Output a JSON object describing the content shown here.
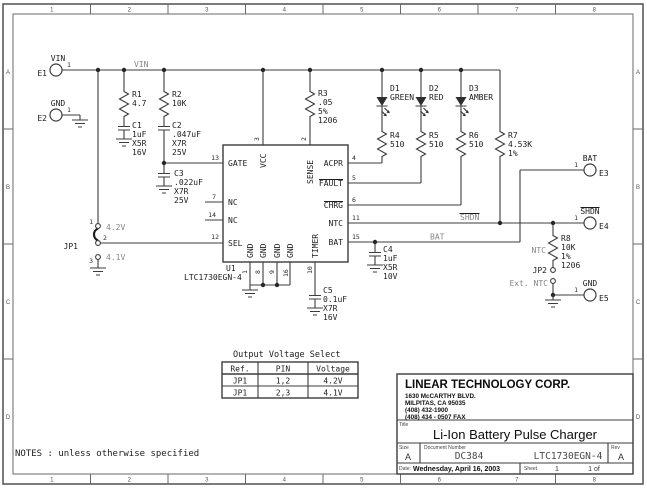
{
  "colors": {
    "ink": "#3c3c3c",
    "gray_label": "#868686",
    "background": "#ffffff"
  },
  "border": {
    "top_zones": [
      "1",
      "2",
      "3",
      "4",
      "5",
      "6",
      "7",
      "8"
    ],
    "bottom_zones": [
      "1",
      "2",
      "3",
      "4",
      "5",
      "6",
      "7",
      "8"
    ],
    "left_zones": [
      "A",
      "B",
      "C",
      "D"
    ],
    "right_zones": [
      "A",
      "B",
      "C",
      "D"
    ]
  },
  "nets": {
    "vin": "VIN",
    "shdn": "SHDN",
    "bat": "BAT"
  },
  "terminals": {
    "e1": {
      "name": "VIN",
      "ref": "E1",
      "pin": "1"
    },
    "e2": {
      "name": "GND",
      "ref": "E2",
      "pin": "1"
    },
    "e3": {
      "name": "BAT",
      "ref": "E3",
      "pin": "1"
    },
    "e4": {
      "name": "SHDN",
      "ref": "E4",
      "pin": "1"
    },
    "e5": {
      "name": "GND",
      "ref": "E5",
      "pin": "1"
    }
  },
  "parts": {
    "r1": {
      "ref": "R1",
      "value": "4.7"
    },
    "r2": {
      "ref": "R2",
      "value": "10K"
    },
    "r3": {
      "ref": "R3",
      "value": ".05",
      "line3": "5%",
      "line4": "1206"
    },
    "r4": {
      "ref": "R4",
      "value": "510"
    },
    "r5": {
      "ref": "R5",
      "value": "510"
    },
    "r6": {
      "ref": "R6",
      "value": "510"
    },
    "r7": {
      "ref": "R7",
      "value": "4.53K",
      "line3": "1%"
    },
    "r8": {
      "ref": "R8",
      "value": "10K",
      "line3": "1%",
      "line4": "1206",
      "net": "NTC"
    },
    "c1": {
      "ref": "C1",
      "value": "1uF",
      "dielectric": "X5R",
      "voltage": "16V"
    },
    "c2": {
      "ref": "C2",
      "value": ".047uF",
      "dielectric": "X7R",
      "voltage": "25V"
    },
    "c3": {
      "ref": "C3",
      "value": ".022uF",
      "dielectric": "X7R",
      "voltage": "25V"
    },
    "c4": {
      "ref": "C4",
      "value": "1uF",
      "dielectric": "X5R",
      "voltage": "10V"
    },
    "c5": {
      "ref": "C5",
      "value": "0.1uF",
      "dielectric": "X7R",
      "voltage": "16V"
    },
    "d1": {
      "ref": "D1",
      "value": "GREEN"
    },
    "d2": {
      "ref": "D2",
      "value": "RED"
    },
    "d3": {
      "ref": "D3",
      "value": "AMBER"
    },
    "jp1": {
      "ref": "JP1",
      "pin1": "1",
      "pin2": "2",
      "pin3": "3",
      "opt_top": "4.2V",
      "opt_bottom": "4.1V"
    },
    "jp2": {
      "ref": "JP2",
      "label": "Ext. NTC"
    }
  },
  "ic": {
    "ref": "U1",
    "part": "LTC1730EGN-4",
    "left": [
      {
        "num": "13",
        "name": "GATE"
      },
      {
        "num": "7",
        "name": "NC"
      },
      {
        "num": "14",
        "name": "NC"
      },
      {
        "num": "12",
        "name": "SEL"
      }
    ],
    "right": [
      {
        "num": "4",
        "name": "ACPR"
      },
      {
        "num": "5",
        "name": "FAULT"
      },
      {
        "num": "6",
        "name": "CHRG"
      },
      {
        "num": "11",
        "name": "NTC"
      },
      {
        "num": "15",
        "name": "BAT"
      }
    ],
    "top": [
      {
        "num": "3",
        "name": "VCC"
      },
      {
        "num": "2",
        "name": "SENSE"
      }
    ],
    "bottom": [
      {
        "num": "1",
        "name": "GND"
      },
      {
        "num": "8",
        "name": "GND"
      },
      {
        "num": "9",
        "name": "GND"
      },
      {
        "num": "16",
        "name": "GND"
      },
      {
        "num": "10",
        "name": "TIMER"
      }
    ]
  },
  "table": {
    "title": "Output Voltage Select",
    "headers": [
      "Ref.",
      "PIN",
      "Voltage"
    ],
    "rows": [
      [
        "JP1",
        "1,2",
        "4.2V"
      ],
      [
        "JP1",
        "2,3",
        "4.1V"
      ]
    ]
  },
  "titleblock": {
    "company": "LINEAR TECHNOLOGY CORP.",
    "address": [
      "1630 McCARTHY BLVD.",
      "MILPITAS, CA  95035",
      "(408) 432-1900",
      "(408) 434 - 0507 FAX"
    ],
    "title_label": "Title",
    "title": "Li-Ion Battery Pulse Charger",
    "size_label": "Size",
    "size": "A",
    "doc_label": "Document Number",
    "doc_number": "DC384",
    "part_number": "LTC1730EGN-4",
    "rev_label": "Rev",
    "rev": "A",
    "date_label": "Date:",
    "date": "Wednesday, April 16, 2003",
    "sheet_label": "Sheet",
    "sheet_value": "1",
    "sheet_of": "1 of"
  },
  "notes": "NOTES : unless otherwise specified"
}
